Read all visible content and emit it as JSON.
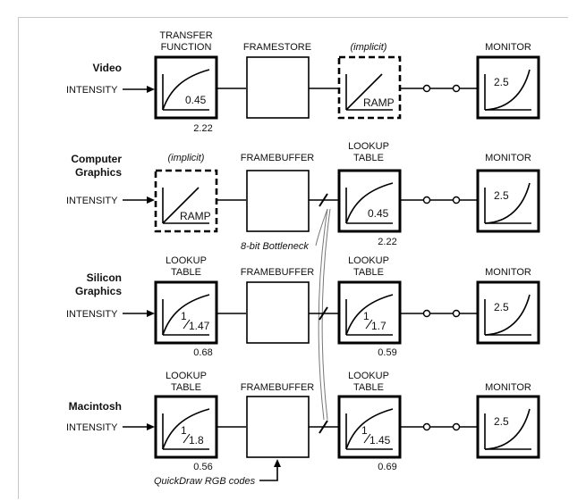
{
  "rows": [
    {
      "system": [
        "Video"
      ],
      "input": "INTENSITY",
      "headers": [
        [
          "TRANSFER",
          "FUNCTION"
        ],
        [
          "FRAMESTORE"
        ],
        [
          "(implicit)"
        ],
        [
          "MONITOR"
        ]
      ],
      "box1_value": "0.45",
      "box1_below": "2.22",
      "box3_label": "RAMP",
      "monitor_value": "2.5"
    },
    {
      "system": [
        "Computer",
        "Graphics"
      ],
      "input": "INTENSITY",
      "headers": [
        [
          "(implicit)"
        ],
        [
          "FRAMEBUFFER"
        ],
        [
          "LOOKUP",
          "TABLE"
        ],
        [
          "MONITOR"
        ]
      ],
      "box1_label": "RAMP",
      "box3_value": "0.45",
      "box3_below": "2.22",
      "monitor_value": "2.5"
    },
    {
      "system": [
        "Silicon",
        "Graphics"
      ],
      "input": "INTENSITY",
      "headers": [
        [
          "LOOKUP",
          "TABLE"
        ],
        [
          "FRAMEBUFFER"
        ],
        [
          "LOOKUP",
          "TABLE"
        ],
        [
          "MONITOR"
        ]
      ],
      "box1_frac": {
        "num": "1",
        "den": "1.47"
      },
      "box1_below": "0.68",
      "box3_frac": {
        "num": "1",
        "den": "1.7"
      },
      "box3_below": "0.59",
      "monitor_value": "2.5"
    },
    {
      "system": [
        "Macintosh"
      ],
      "input": "INTENSITY",
      "headers": [
        [
          "LOOKUP",
          "TABLE"
        ],
        [
          "FRAMEBUFFER"
        ],
        [
          "LOOKUP",
          "TABLE"
        ],
        [
          "MONITOR"
        ]
      ],
      "box1_frac": {
        "num": "1",
        "den": "1.8"
      },
      "box1_below": "0.56",
      "box3_frac": {
        "num": "1",
        "den": "1.45"
      },
      "box3_below": "0.69",
      "monitor_value": "2.5"
    }
  ],
  "notes": {
    "bottleneck": "8-bit Bottleneck",
    "quickdraw": "QuickDraw RGB codes"
  }
}
